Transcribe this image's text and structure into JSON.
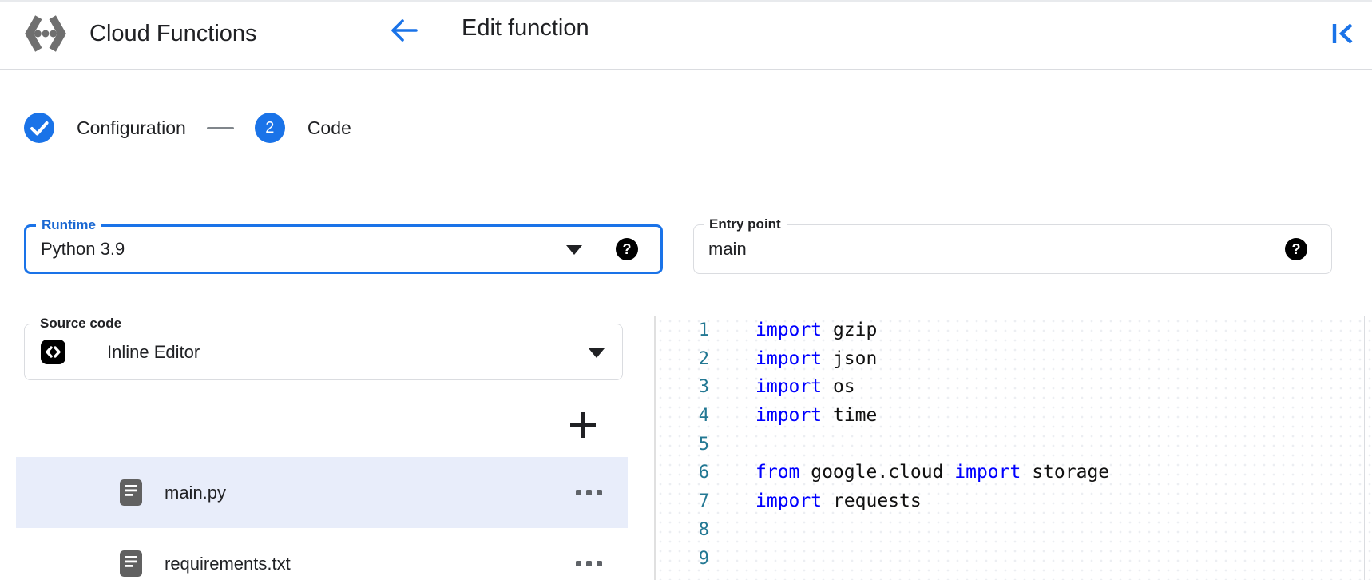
{
  "header": {
    "product_name": "Cloud Functions",
    "page_title": "Edit function",
    "icons": {
      "logo": "cloud-functions-logo",
      "back": "back-arrow",
      "collapse": "collapse-panel-left"
    }
  },
  "stepper": {
    "steps": [
      {
        "label": "Configuration",
        "state": "complete",
        "icon": "check"
      },
      {
        "label": "Code",
        "state": "current",
        "number": "2"
      }
    ]
  },
  "form": {
    "runtime": {
      "label": "Runtime",
      "value": "Python 3.9",
      "focused": true,
      "help_icon": "?"
    },
    "entry_point": {
      "label": "Entry point",
      "value": "main",
      "help_icon": "?"
    },
    "source_code": {
      "label": "Source code",
      "value": "Inline Editor",
      "icon": "code-brackets"
    }
  },
  "files": [
    {
      "name": "main.py",
      "selected": true
    },
    {
      "name": "requirements.txt",
      "selected": false
    }
  ],
  "editor": {
    "language": "python",
    "lines": [
      {
        "number": "1",
        "tokens": [
          {
            "t": "kw",
            "v": "import"
          },
          {
            "t": "pl",
            "v": " gzip"
          }
        ]
      },
      {
        "number": "2",
        "tokens": [
          {
            "t": "kw",
            "v": "import"
          },
          {
            "t": "pl",
            "v": " json"
          }
        ]
      },
      {
        "number": "3",
        "tokens": [
          {
            "t": "kw",
            "v": "import"
          },
          {
            "t": "pl",
            "v": " os"
          }
        ]
      },
      {
        "number": "4",
        "tokens": [
          {
            "t": "kw",
            "v": "import"
          },
          {
            "t": "pl",
            "v": " time"
          }
        ]
      },
      {
        "number": "5",
        "tokens": []
      },
      {
        "number": "6",
        "tokens": [
          {
            "t": "kw",
            "v": "from"
          },
          {
            "t": "pl",
            "v": " google.cloud "
          },
          {
            "t": "kw",
            "v": "import"
          },
          {
            "t": "pl",
            "v": " storage"
          }
        ]
      },
      {
        "number": "7",
        "tokens": [
          {
            "t": "kw",
            "v": "import"
          },
          {
            "t": "pl",
            "v": " requests"
          }
        ]
      },
      {
        "number": "8",
        "tokens": []
      },
      {
        "number": "9",
        "tokens": []
      }
    ]
  },
  "colors": {
    "accent_blue": "#1a73e8",
    "label_blue": "#1967d2",
    "selected_row_bg": "#e8edfa",
    "border_gray": "#dadce0",
    "keyword_blue": "#0000ff",
    "line_number_teal": "#237893",
    "icon_gray": "#5f6368",
    "logo_gray": "#6f6f6f",
    "text_dark": "#202124"
  }
}
